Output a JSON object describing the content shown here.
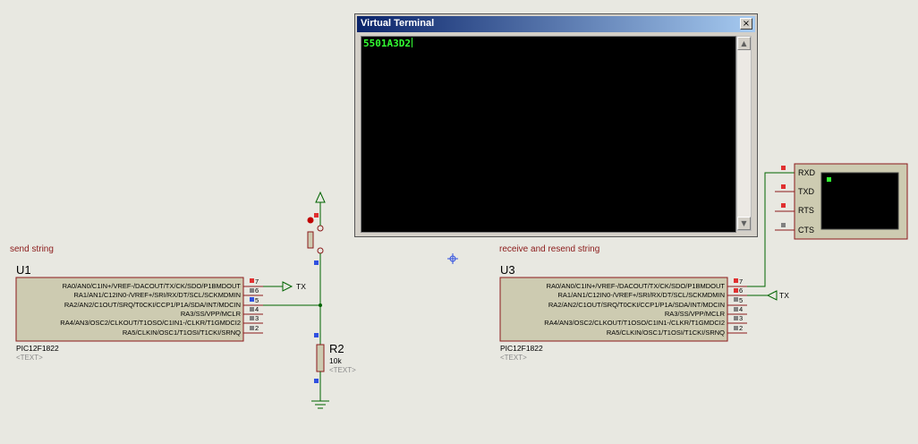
{
  "u1": {
    "group_label": "send string",
    "ref": "U1",
    "part": "PIC12F1822",
    "text_placeholder": "<TEXT>",
    "pins": [
      {
        "label": "RA0/AN0/C1IN+/VREF-/DACOUT/TX/CK/SDO/P1BMDOUT",
        "num": "7"
      },
      {
        "label": "RA1/AN1/C12IN0-/VREF+/SRI/RX/DT/SCL/SCKMDMIN",
        "num": "6"
      },
      {
        "label": "RA2/AN2/C1OUT/SRQ/T0CKI/CCP1/P1A/SDA/INT/MDCIN",
        "num": "5"
      },
      {
        "label": "RA3/SS/VPP/MCLR",
        "num": "4"
      },
      {
        "label": "RA4/AN3/OSC2/CLKOUT/T1OSO/C1IN1-/CLKR/T1GMDCI2",
        "num": "3"
      },
      {
        "label": "RA5/CLKIN/OSC1/T1OSI/T1CKI/SRNQ",
        "num": "2"
      }
    ],
    "terminal_label": "TX"
  },
  "u3": {
    "group_label": "receive and resend string",
    "ref": "U3",
    "part": "PIC12F1822",
    "text_placeholder": "<TEXT>",
    "pins": [
      {
        "label": "RA0/AN0/C1IN+/VREF-/DACOUT/TX/CK/SDO/P1BMDOUT",
        "num": "7"
      },
      {
        "label": "RA1/AN1/C12IN0-/VREF+/SRI/RX/DT/SCL/SCKMDMIN",
        "num": "6"
      },
      {
        "label": "RA2/AN2/C1OUT/SRQ/T0CKI/CCP1/P1A/SDA/INT/MDCIN",
        "num": "5"
      },
      {
        "label": "RA3/SS/VPP/MCLR",
        "num": "4"
      },
      {
        "label": "RA4/AN3/OSC2/CLKOUT/T1OSO/C1IN1-/CLKR/T1GMDCI2",
        "num": "3"
      },
      {
        "label": "RA5/CLKIN/OSC1/T1OSI/T1CKI/SRNQ",
        "num": "2"
      }
    ],
    "terminal_label": "TX"
  },
  "r2": {
    "ref": "R2",
    "value": "10k",
    "text_placeholder": "<TEXT>"
  },
  "terminal_window": {
    "title": "Virtual Terminal",
    "close_glyph": "×",
    "output": "5501A3D2",
    "scroll_up_glyph": "▲",
    "scroll_down_glyph": "▼"
  },
  "vt_component": {
    "pins": [
      "RXD",
      "TXD",
      "RTS",
      "CTS"
    ]
  },
  "colors": {
    "background": "#e8e8e1",
    "wire": "#006400",
    "component_fill": "#cdcbb1",
    "component_border": "#8b1a1a",
    "pin_red": "#e03030",
    "pin_blue": "#3050e0",
    "terminal_text": "#33ff33"
  }
}
